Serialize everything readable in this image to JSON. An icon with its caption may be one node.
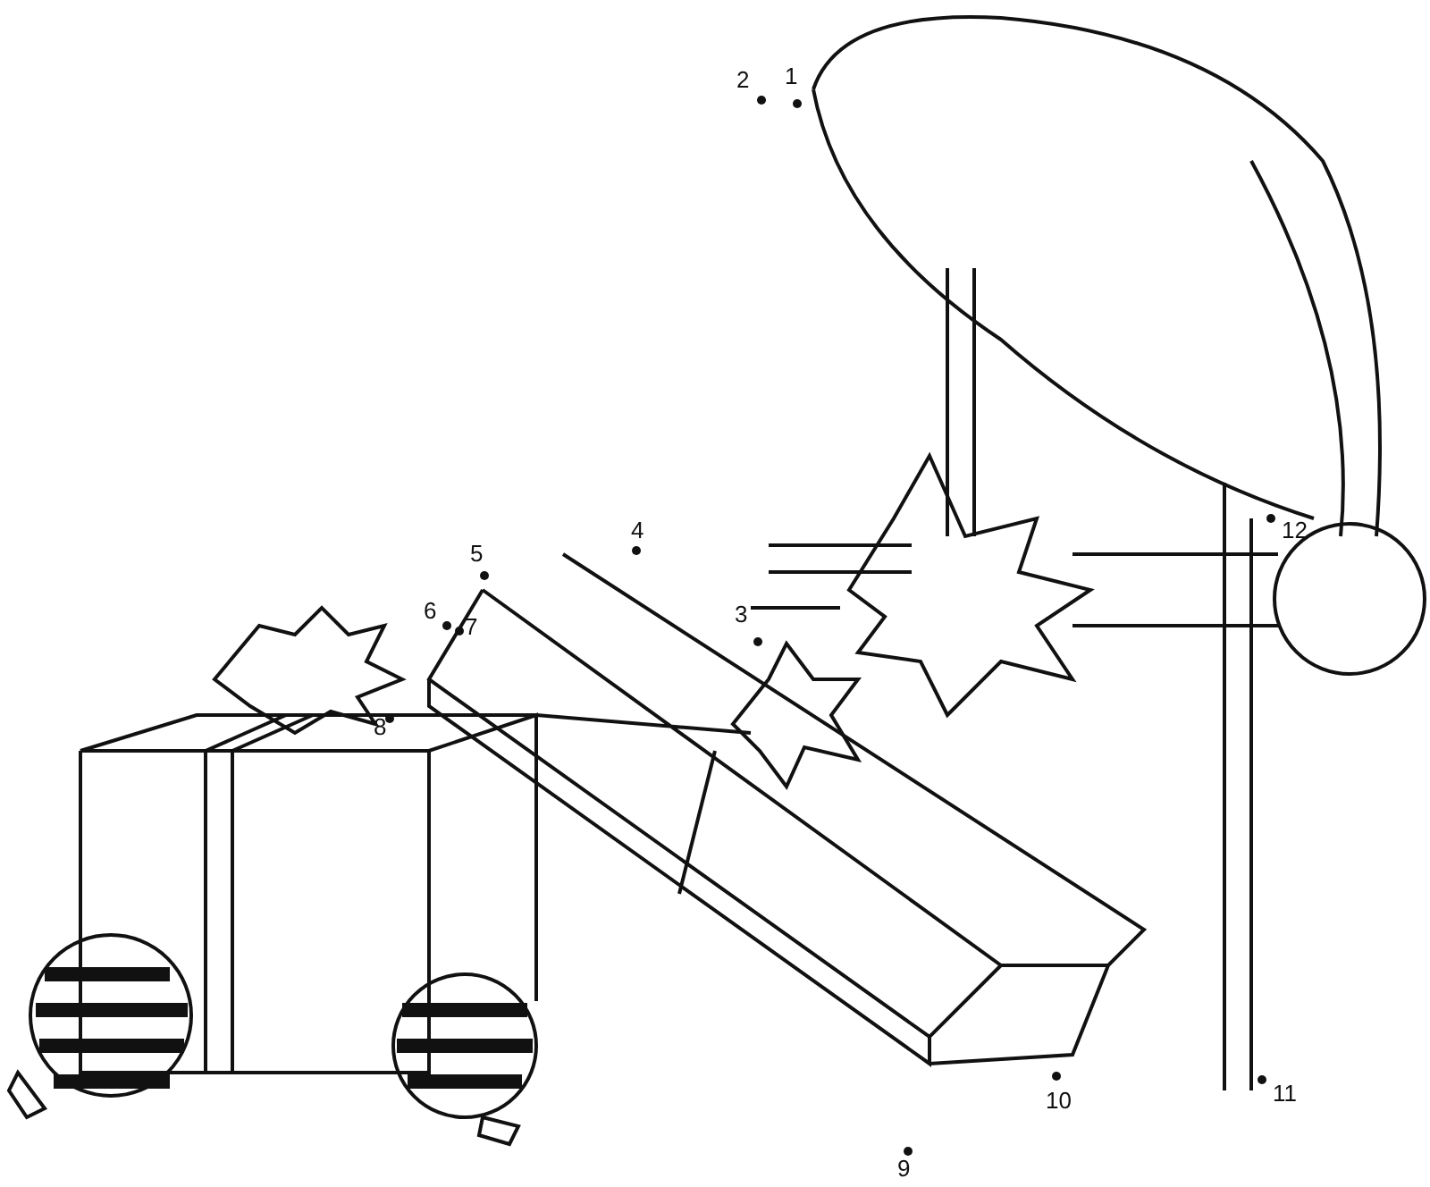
{
  "diagram": {
    "labels": [
      "2",
      "1",
      "4",
      "12",
      "5",
      "6",
      "3",
      "7",
      "8",
      "10",
      "11",
      "9"
    ]
  }
}
